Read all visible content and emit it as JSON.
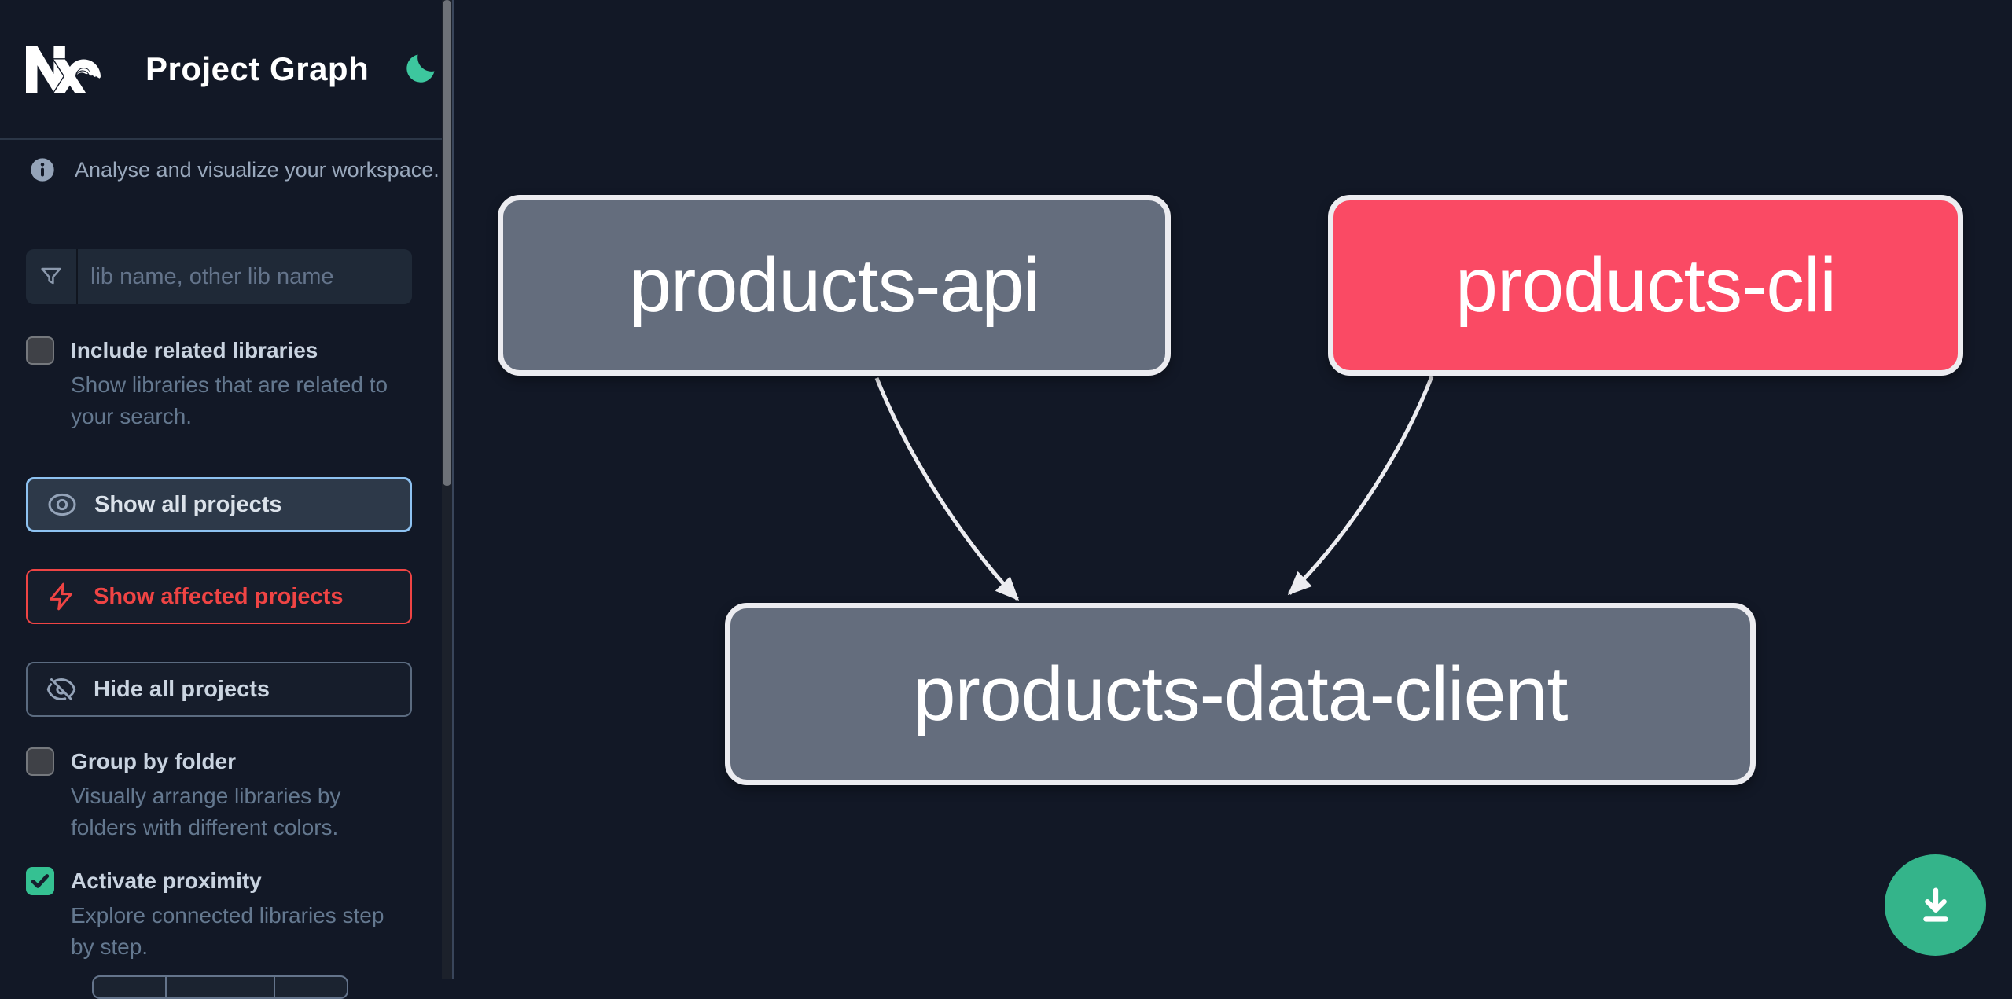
{
  "header": {
    "title": "Project Graph",
    "logo": "nx-logo",
    "theme_toggle_icon": "moon-icon"
  },
  "sidebar": {
    "tagline": "Analyse and visualize your workspace.",
    "search": {
      "placeholder": "lib name, other lib name",
      "value": "",
      "icon": "funnel-icon"
    },
    "checkboxes": [
      {
        "label": "Include related libraries",
        "description": "Show libraries that are related to your search.",
        "checked": false
      },
      {
        "label": "Group by folder",
        "description": "Visually arrange libraries by folders with different colors.",
        "checked": false
      },
      {
        "label": "Activate proximity",
        "description": "Explore connected libraries step by step.",
        "checked": true
      }
    ],
    "buttons": [
      {
        "label": "Show all projects",
        "icon": "eye-icon",
        "state": "focused"
      },
      {
        "label": "Show affected projects",
        "icon": "bolt-icon",
        "state": "danger"
      },
      {
        "label": "Hide all projects",
        "icon": "eye-off-icon",
        "state": "default"
      }
    ]
  },
  "graph": {
    "nodes": [
      {
        "label": "products-api",
        "color": "#646d7d"
      },
      {
        "label": "products-cli",
        "color": "#fa4a64"
      },
      {
        "label": "products-data-client",
        "color": "#646d7d"
      }
    ],
    "edges": [
      {
        "from": "products-api",
        "to": "products-data-client"
      },
      {
        "from": "products-cli",
        "to": "products-data-client"
      }
    ]
  },
  "fab": {
    "icon": "download-icon",
    "color": "#34b48a"
  },
  "colors": {
    "background": "#121826",
    "moon_green": "#3dc79e",
    "fab_green": "#34b48a",
    "checkbox_green": "#35c192",
    "affected_red": "#ef4444",
    "focus_blue": "#8ec2f1",
    "node_gray": "#646d7d",
    "node_rose": "#fa4a64",
    "edge_light": "#ececf0"
  }
}
